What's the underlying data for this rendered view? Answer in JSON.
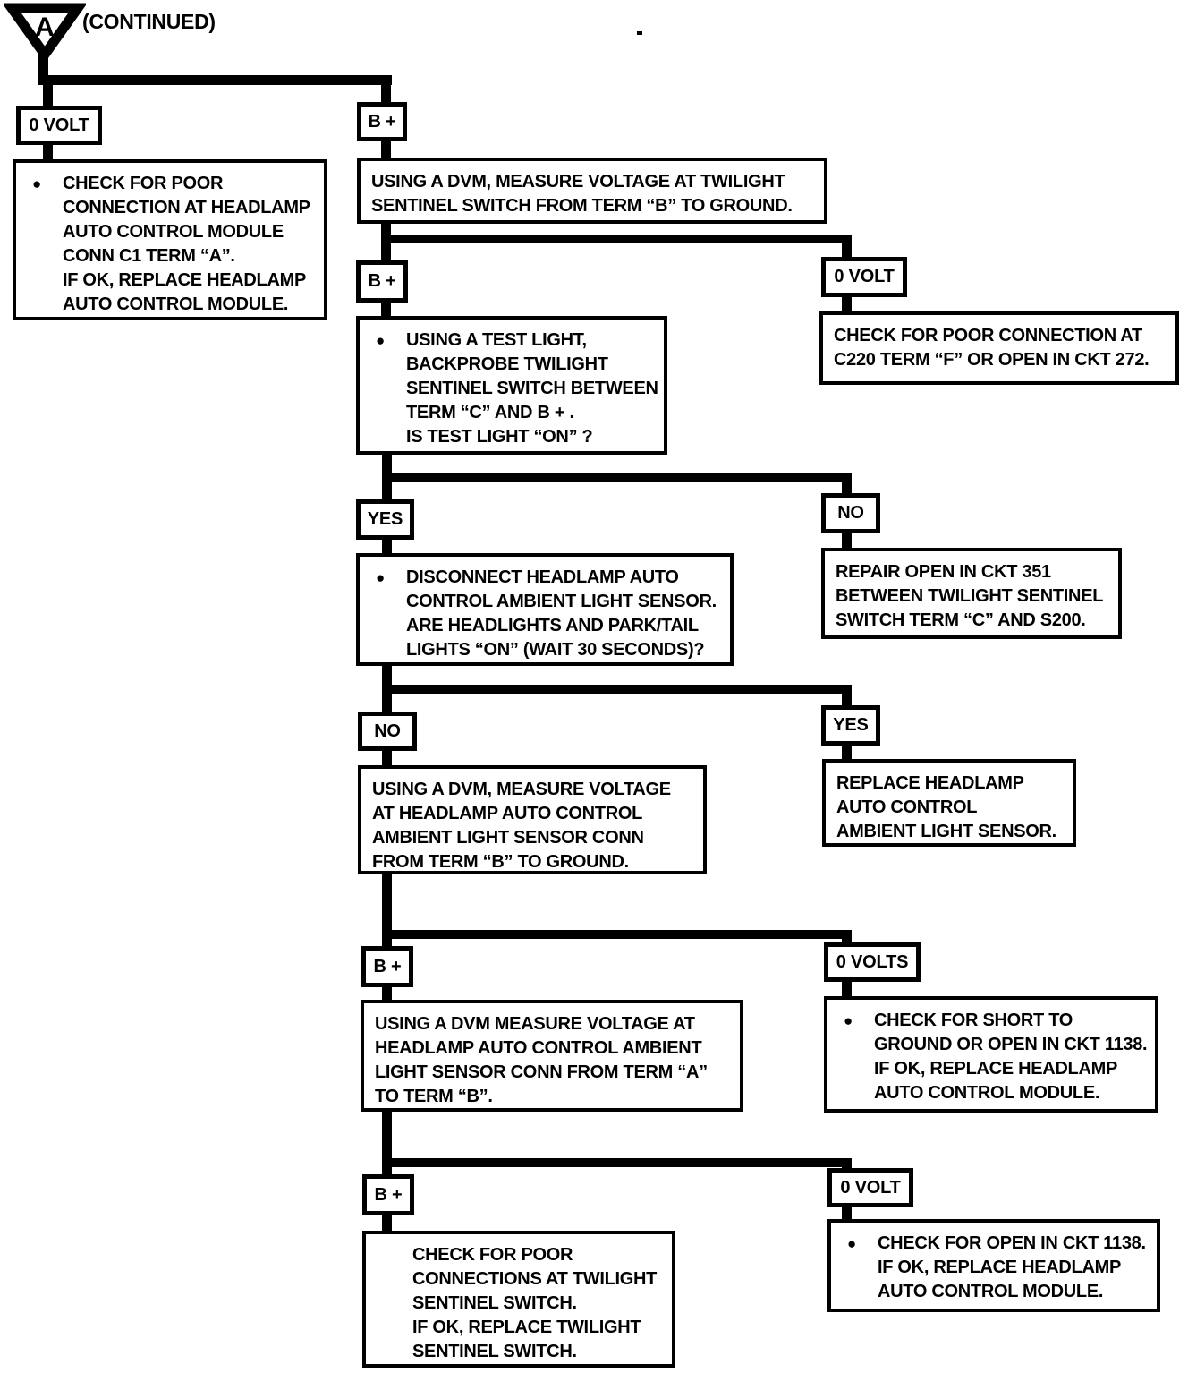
{
  "page": {
    "ink": "#000000",
    "paper": "#ffffff"
  },
  "connector": {
    "letter": "A",
    "caption": "(CONTINUED)"
  },
  "icons": {
    "bullet": "●"
  },
  "tags": [
    "0 VOLT",
    "B +",
    "B +",
    "0 VOLT",
    "YES",
    "NO",
    "NO",
    "YES",
    "B +",
    "0 VOLTS",
    "B +",
    "0 VOLT"
  ],
  "boxes": {
    "check_module": {
      "bullet": true,
      "lines": [
        "CHECK FOR POOR",
        "CONNECTION AT HEADLAMP",
        "AUTO CONTROL MODULE",
        "CONN C1 TERM “A”.",
        "IF OK, REPLACE HEADLAMP",
        "AUTO CONTROL MODULE."
      ]
    },
    "measure_switch_b": {
      "bullet": false,
      "lines": [
        "USING A DVM, MEASURE VOLTAGE AT TWILIGHT",
        "SENTINEL SWITCH FROM TERM “B” TO GROUND."
      ]
    },
    "test_light": {
      "bullet": true,
      "lines": [
        "USING A TEST LIGHT,",
        "BACKPROBE TWILIGHT",
        "SENTINEL SWITCH BETWEEN",
        "TERM “C” AND B + .",
        "IS TEST LIGHT “ON” ?"
      ]
    },
    "c220_conn": {
      "bullet": false,
      "lines": [
        "CHECK FOR POOR CONNECTION AT",
        "C220 TERM “F” OR OPEN IN CKT 272."
      ]
    },
    "disconnect_sensor": {
      "bullet": true,
      "lines": [
        "DISCONNECT HEADLAMP AUTO",
        "CONTROL AMBIENT LIGHT SENSOR.",
        "ARE HEADLIGHTS AND PARK/TAIL",
        "LIGHTS “ON” (WAIT 30 SECONDS)?"
      ]
    },
    "repair_ckt351": {
      "bullet": false,
      "lines": [
        "REPAIR OPEN IN CKT 351",
        "BETWEEN TWILIGHT SENTINEL",
        "SWITCH TERM “C” AND S200."
      ]
    },
    "measure_sensor_b": {
      "bullet": false,
      "lines": [
        "USING A DVM, MEASURE VOLTAGE",
        "AT HEADLAMP AUTO CONTROL",
        "AMBIENT LIGHT SENSOR CONN",
        "FROM TERM “B” TO GROUND."
      ]
    },
    "replace_sensor": {
      "bullet": false,
      "lines": [
        "REPLACE HEADLAMP",
        "AUTO CONTROL",
        "AMBIENT LIGHT SENSOR."
      ]
    },
    "measure_sensor_ab": {
      "bullet": false,
      "lines": [
        "USING A DVM MEASURE VOLTAGE AT",
        "HEADLAMP AUTO CONTROL AMBIENT",
        "LIGHT SENSOR CONN FROM TERM “A”",
        "TO TERM “B”."
      ]
    },
    "short_ground_ckt1138": {
      "bullet": true,
      "lines": [
        "CHECK FOR SHORT TO",
        "GROUND OR OPEN IN CKT 1138.",
        "IF OK, REPLACE HEADLAMP",
        "AUTO CONTROL MODULE."
      ]
    },
    "poor_conn_switch": {
      "bullet": true,
      "lines": [
        "CHECK FOR POOR",
        "CONNECTIONS AT TWILIGHT",
        "SENTINEL SWITCH.",
        "IF OK, REPLACE TWILIGHT",
        "SENTINEL SWITCH."
      ]
    },
    "open_ckt1138": {
      "bullet": true,
      "lines": [
        "CHECK FOR OPEN IN CKT 1138.",
        "IF OK, REPLACE HEADLAMP",
        "AUTO CONTROL MODULE."
      ]
    }
  }
}
